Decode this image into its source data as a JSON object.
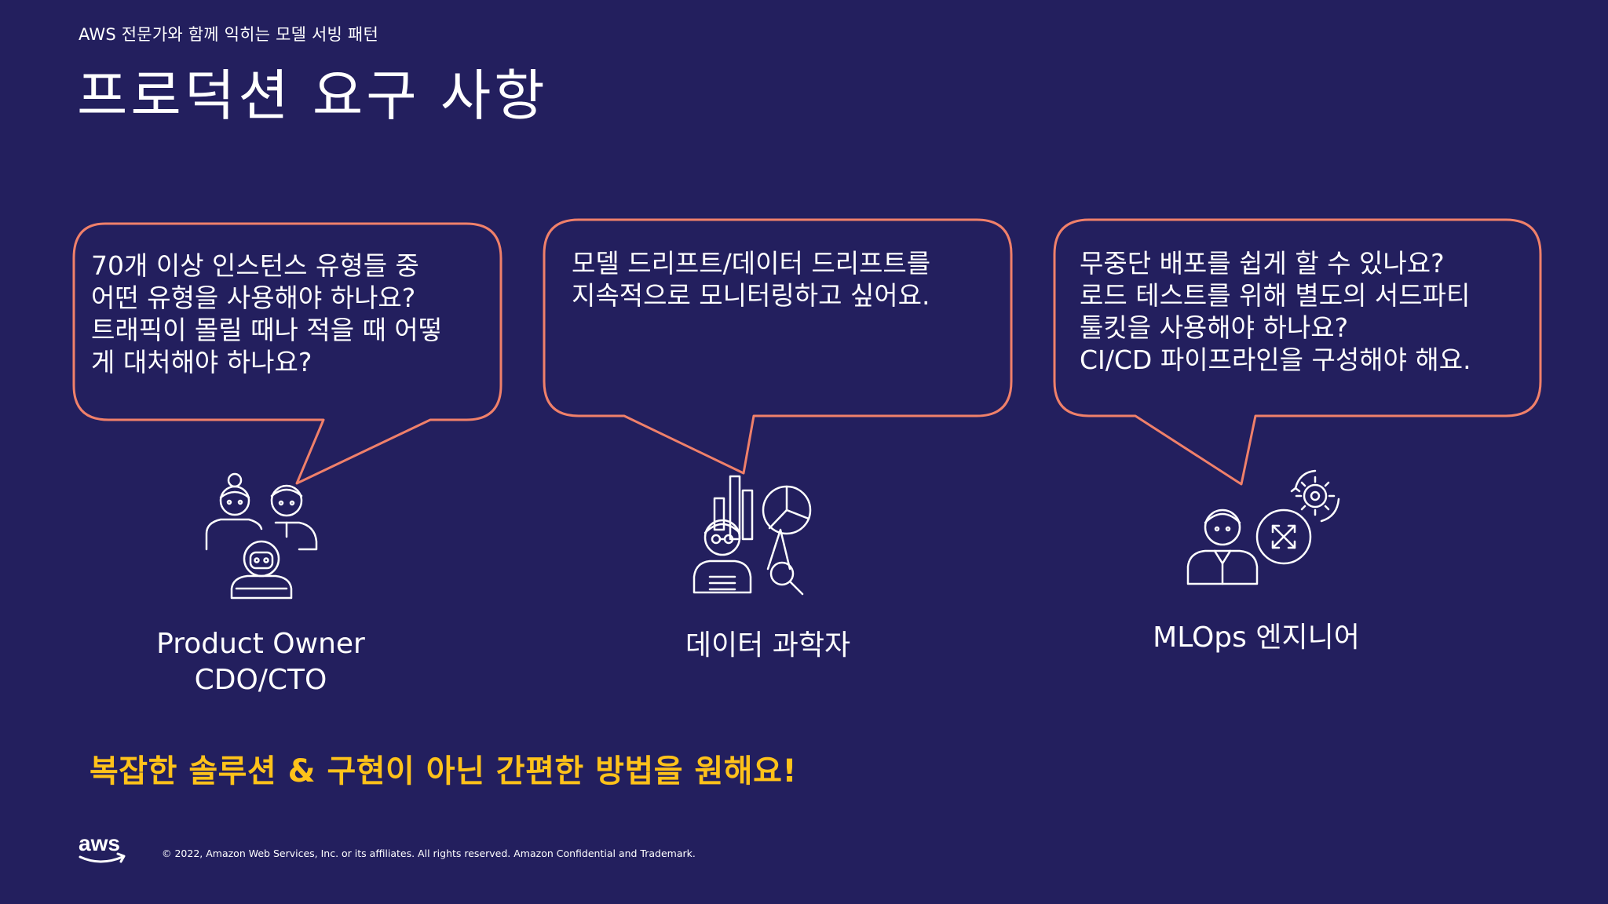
{
  "header": {
    "subtitle": "AWS 전문가와 함께 익히는 모델 서빙 패턴",
    "title": "프로덕션 요구 사항"
  },
  "personas": [
    {
      "icon": "team-people-icon",
      "label": "Product Owner\nCDO/CTO",
      "bubble_text": "70개 이상 인스턴스 유형들 중\n어떤 유형을 사용해야 하나요?\n트래픽이 몰릴 때나 적을 때 어떻\n게 대처해야 하나요?"
    },
    {
      "icon": "data-scientist-icon",
      "label": "데이터 과학자",
      "bubble_text": "모델 드리프트/데이터 드리프트를\n지속적으로 모니터링하고 싶어요."
    },
    {
      "icon": "mlops-engineer-icon",
      "label": "MLOps 엔지니어",
      "bubble_text": "무중단 배포를 쉽게 할 수 있나요?\n로드 테스트를 위해 별도의 서드파티\n툴킷을 사용해야 하나요?\nCI/CD 파이프라인을 구성해야 해요."
    }
  ],
  "highlight": "복잡한 솔루션 & 구현이 아닌 간편한 방법을 원해요!",
  "footer": {
    "logo_text": "aws",
    "copyright": "© 2022, Amazon Web Services, Inc. or its affiliates. All rights reserved. Amazon Confidential and Trademark."
  },
  "colors": {
    "background": "#231f5e",
    "bubble_border": "#f0806a",
    "highlight": "#ffc21a",
    "text": "#ffffff"
  }
}
